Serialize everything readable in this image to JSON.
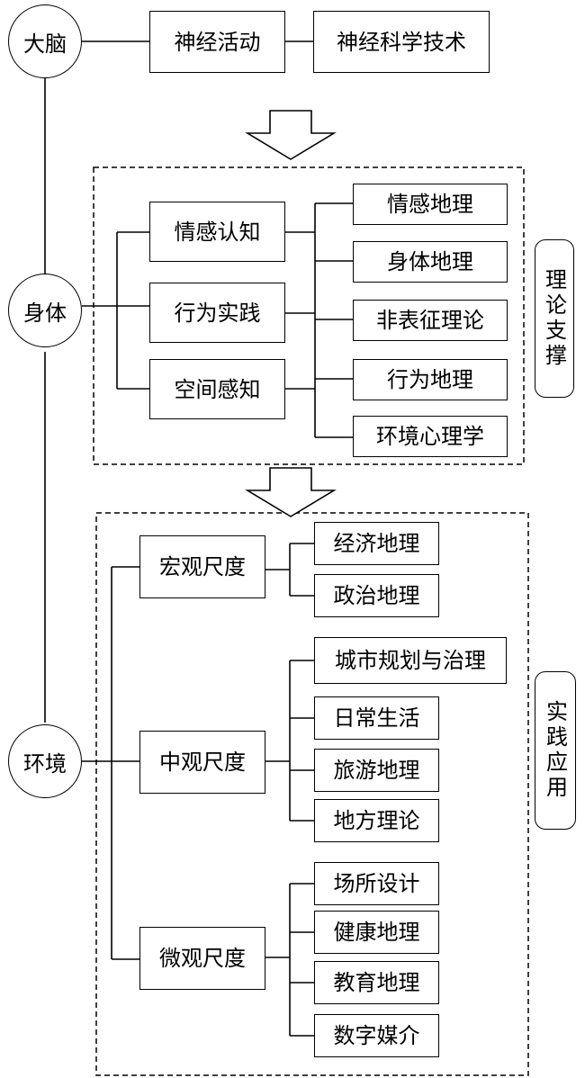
{
  "circles": {
    "brain": "大脑",
    "body": "身体",
    "environment": "环境"
  },
  "top": {
    "neural_activity": "神经活动",
    "neuro_tech": "神经科学技术"
  },
  "theory": {
    "side_label": "理论支撑",
    "left": [
      "情感认知",
      "行为实践",
      "空间感知"
    ],
    "right": [
      "情感地理",
      "身体地理",
      "非表征理论",
      "行为地理",
      "环境心理学"
    ]
  },
  "practice": {
    "side_label": "实践应用",
    "macro": {
      "label": "宏观尺度",
      "items": [
        "经济地理",
        "政治地理"
      ]
    },
    "meso": {
      "label": "中观尺度",
      "items": [
        "城市规划与治理",
        "日常生活",
        "旅游地理",
        "地方理论"
      ]
    },
    "micro": {
      "label": "微观尺度",
      "items": [
        "场所设计",
        "健康地理",
        "教育地理",
        "数字媒介"
      ]
    }
  }
}
